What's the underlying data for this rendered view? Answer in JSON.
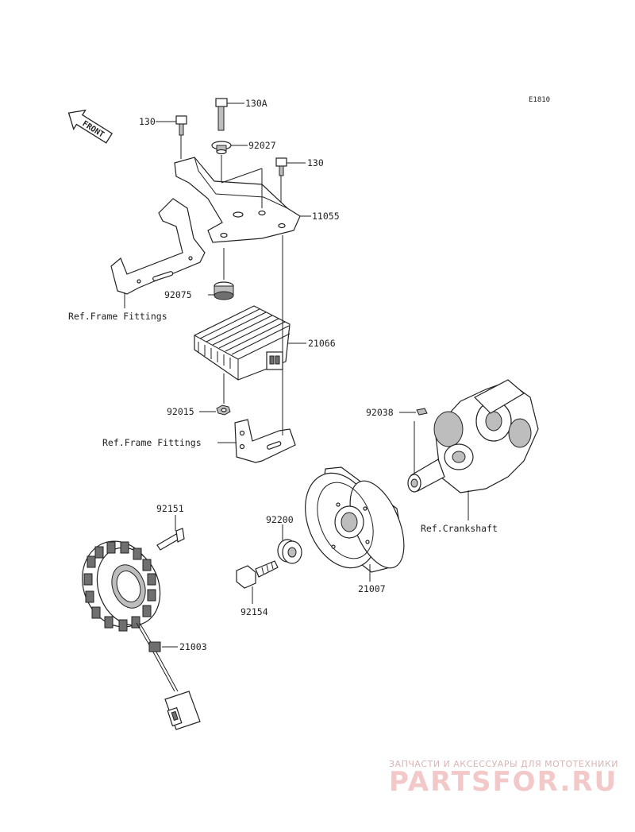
{
  "diagram_code": "E1810",
  "front_label": "FRONT",
  "callouts": {
    "c_130_left": "130",
    "c_130a": "130A",
    "c_92027": "92027",
    "c_130_right": "130",
    "c_11055": "11055",
    "c_92075": "92075",
    "c_ref_frame_1": "Ref.Frame Fittings",
    "c_21066": "21066",
    "c_92015": "92015",
    "c_ref_frame_2": "Ref.Frame Fittings",
    "c_92038": "92038",
    "c_ref_crankshaft": "Ref.Crankshaft",
    "c_92151": "92151",
    "c_92200": "92200",
    "c_21007": "21007",
    "c_92154": "92154",
    "c_21003": "21003"
  },
  "watermark": {
    "tagline": "ЗАПЧАСТИ И АКСЕССУАРЫ ДЛЯ МОТОТЕХНИКИ",
    "brand": "PARTSFOR.RU"
  }
}
